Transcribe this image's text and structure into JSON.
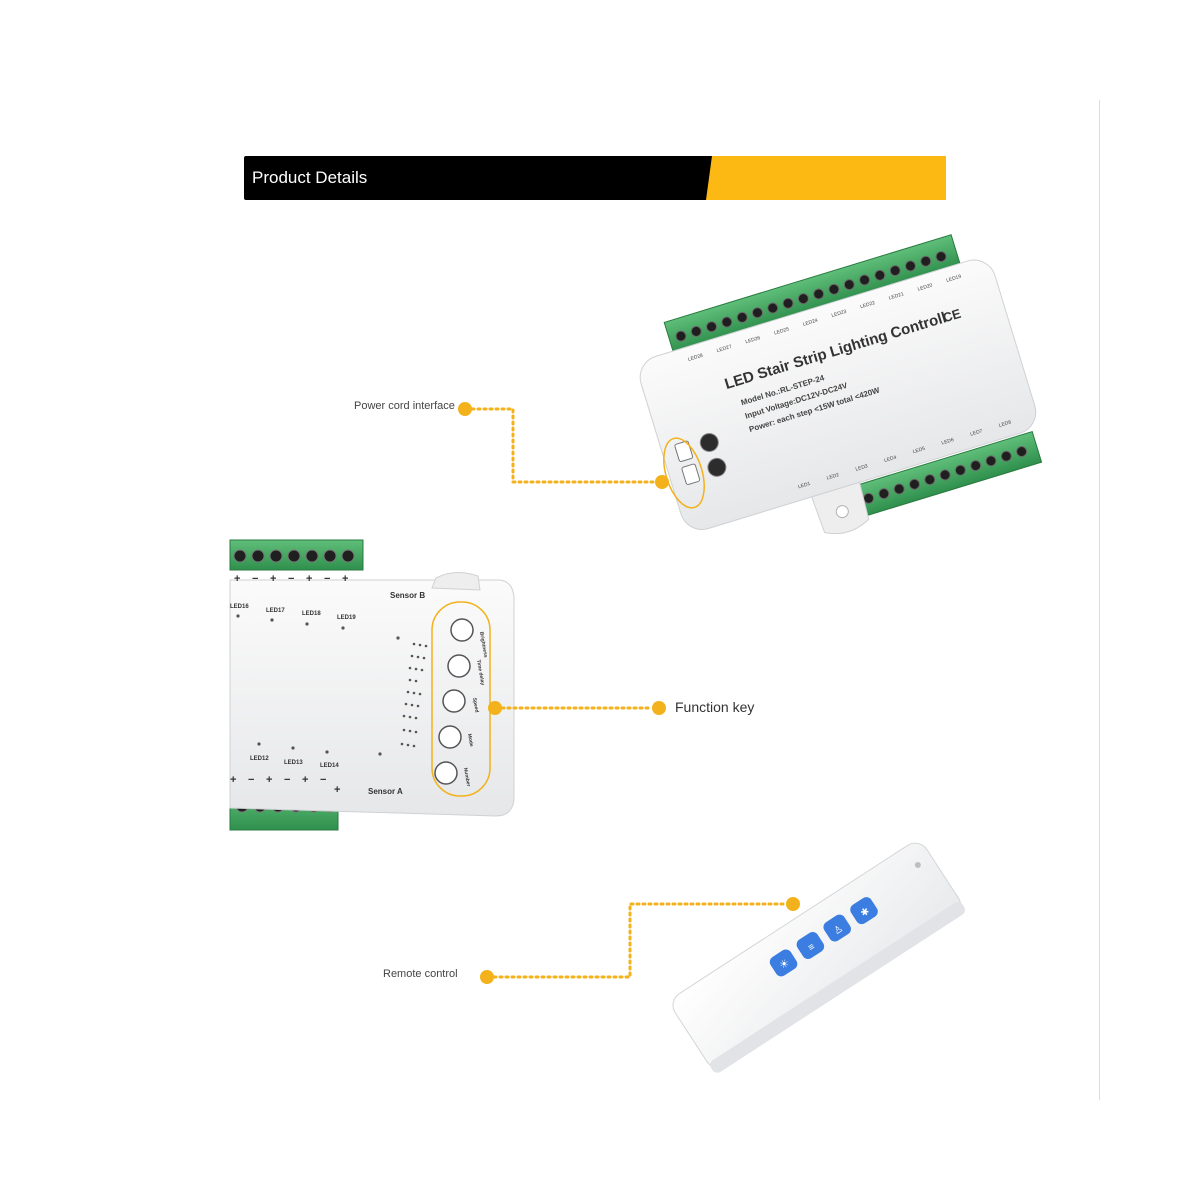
{
  "header": {
    "title": "Product Details",
    "colors": {
      "left": "#000000",
      "right": "#fdb913"
    }
  },
  "callouts": {
    "power": "Power cord interface",
    "function_key": "Function key",
    "remote": "Remote control"
  },
  "controller": {
    "title": "LED Stair Strip Lighting Controll",
    "model": "Model No.:RL-STEP-24",
    "voltage": "Input Voltage:DC12V-DC24V",
    "power": "Power:  each step <15W   total <420W",
    "ce_mark": "CE",
    "top_leds": [
      "LED28",
      "LED27",
      "LED26",
      "LED25",
      "LED24",
      "LED23",
      "LED22",
      "LED21",
      "LED20",
      "LED19"
    ],
    "bottom_leds": [
      "LED1",
      "LED2",
      "LED3",
      "LED4",
      "LED5",
      "LED6",
      "LED7",
      "LED8"
    ]
  },
  "closeup": {
    "sensor_b": "Sensor B",
    "sensor_a": "Sensor A",
    "top_leds": [
      "LED16",
      "LED17",
      "LED18",
      "LED19"
    ],
    "bottom_leds": [
      "LED12",
      "LED13",
      "LED14"
    ],
    "keys": [
      "Brightness",
      "Time delay",
      "Speed",
      "Mode",
      "Number"
    ],
    "polarity_pos": "+",
    "polarity_neg": "−"
  },
  "remote": {
    "button_icons": [
      "sun-icon",
      "sliders-icon",
      "person-icon",
      "snowflake-icon"
    ]
  },
  "accent_color": "#f3b21b"
}
